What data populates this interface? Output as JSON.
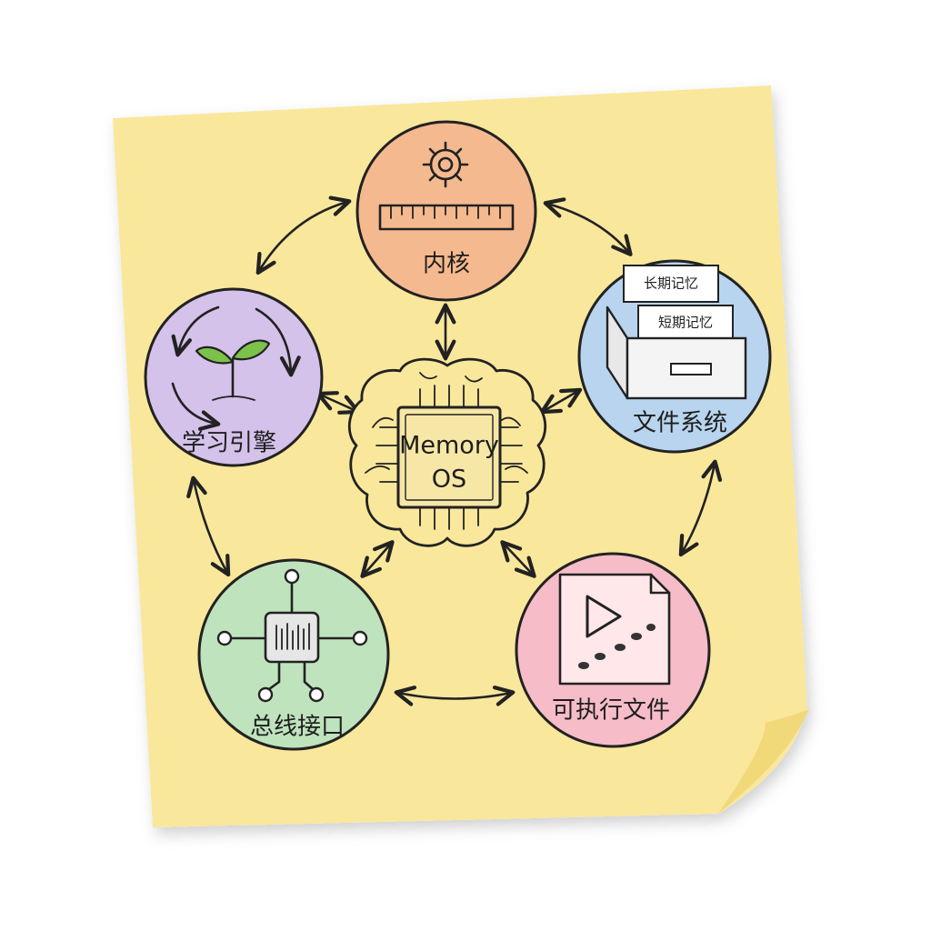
{
  "core": {
    "line1": "Memory",
    "line2": "OS"
  },
  "nodes": {
    "kernel": {
      "label": "内核",
      "color": "#f5b98f"
    },
    "filesystem": {
      "label": "文件系统",
      "color": "#b8d4ee",
      "cards": [
        "长期记忆",
        "短期记忆"
      ]
    },
    "executable": {
      "label": "可执行文件",
      "color": "#f6bcc8"
    },
    "bus": {
      "label": "总线接口",
      "color": "#bfe3bd"
    },
    "learning": {
      "label": "学习引擎",
      "color": "#d4c2ea"
    }
  },
  "colors": {
    "note": "#f9e79c",
    "note_shade": "#f1d97a",
    "ink": "#222222",
    "leaf": "#7cc24a",
    "chip": "#f6e7a6"
  }
}
